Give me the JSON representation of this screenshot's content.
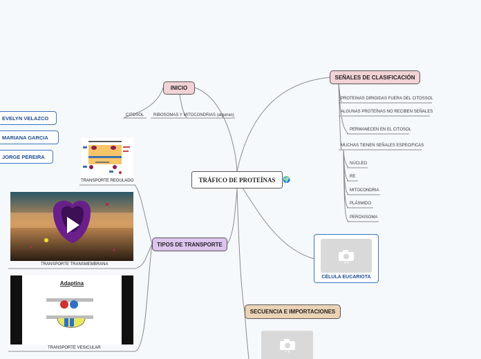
{
  "central": {
    "title": "TRÁFICO DE PROTEÍNAS",
    "icon": "globe-icon"
  },
  "people": [
    "EVELYN VELAZCO",
    "MARIANA GARCIA",
    "JORGE PEREIRA"
  ],
  "inicio": {
    "title": "INICIO",
    "items": [
      "CITOSOL",
      "RIBOSOMAS Y MITOCONDRIAS (algunas)"
    ]
  },
  "senales": {
    "title": "SEÑALES DE CLASIFICACIÓN",
    "items": [
      "PROTEINAS DIRIGIDAS FUERA DEL CITOSSOL",
      "ALGUNAS PROTEÍNAS NO RECIBEN SEÑALES",
      "PERMANECEN EN EL CITOSOL",
      "MUCHAS TIENEN SEÑALES ESPECIFICAS"
    ],
    "sub": [
      "NÚCLEO",
      "RE",
      "MITOCONDRIA",
      "PLÁSMIDO",
      "PEROXISOMA"
    ]
  },
  "celula": {
    "caption": "CÉLULA EUCARIOTA"
  },
  "tipos": {
    "title": "TIPOS DE TRANSPORTE",
    "images": [
      "TRANSPORTE REGULADO",
      "TRANSPORTE TRANSMEMBRANA",
      "TRANSPORTE VESICULAR"
    ],
    "vesicular_heading": "Adaptina"
  },
  "secuencia": {
    "title": "SECUENCIA E IMPORTACIONES"
  },
  "colors": {
    "red": "#f2d2d6",
    "purple": "#dcc5ee",
    "tan": "#ecd3b6",
    "blue": "#3b74c2"
  }
}
